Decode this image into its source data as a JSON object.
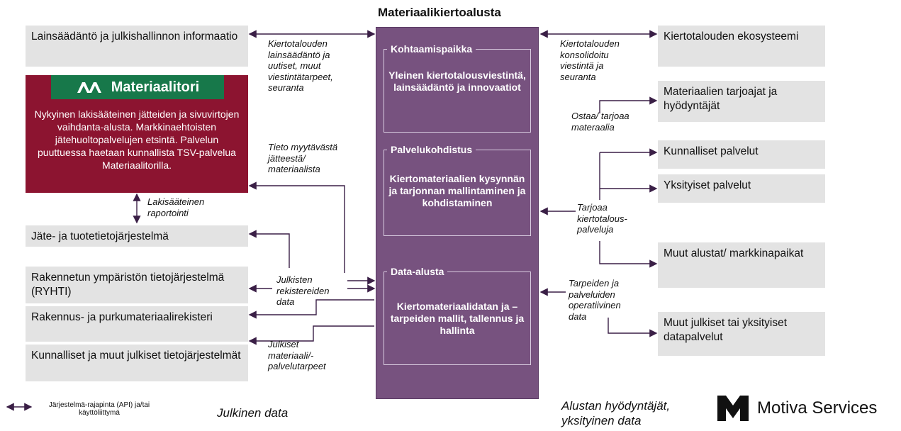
{
  "title": "Materiaalikiertoalusta",
  "left_boxes": {
    "lainsaadanto": "Lainsäädäntö ja julkishallinnon informaatio",
    "jatetieto": "Jäte- ja tuotetietojärjestelmä",
    "ryhti": "Rakennetun ympäristön tietojärjestelmä (RYHTI)",
    "rakennus": "Rakennus- ja purkumateriaalirekisteri",
    "kunnalliset": "Kunnalliset ja muut julkiset tietojärjestelmät"
  },
  "materiaalitori": {
    "logo": "Materiaalitori",
    "description": "Nykyinen lakisääteinen jätteiden ja sivuvirtojen vaihdanta-alusta. Markkinaehtoisten jätehuoltopalvelujen etsintä. Palvelun puuttuessa haetaan kunnallista TSV-palvelua Materiaalitorilla."
  },
  "platform_sections": [
    {
      "header": "Kohtaamispaikka",
      "text": "Yleinen kiertotalousviestintä, lainsäädäntö ja innovaatiot"
    },
    {
      "header": "Palvelukohdistus",
      "text": "Kiertomateriaalien kysynnän ja tarjonnan mallintaminen ja kohdistaminen"
    },
    {
      "header": "Data-alusta",
      "text": "Kiertomateriaalidatan ja –tarpeiden mallit, tallennus ja hallinta"
    }
  ],
  "right_boxes": {
    "ekosysteemi": "Kiertotalouden ekosysteemi",
    "tarjoajat": "Materiaalien tarjoajat ja hyödyntäjät",
    "kunnalliset_palvelut": "Kunnalliset palvelut",
    "yksityiset_palvelut": "Yksityiset palvelut",
    "muut_alustat": "Muut alustat/ markkinapaikat",
    "datapalvelut": "Muut julkiset tai yksityiset datapalvelut"
  },
  "labels": {
    "left_top": "Kiertotalouden lainsäädäntö ja uutiset, muut viestintätarpeet, seuranta",
    "tieto": "Tieto myytävästä jätteestä/ materiaalista",
    "lakisaateinen": "Lakisääteinen raportointi",
    "julkisten": "Julkisten rekistereiden data",
    "julkiset_tarpeet": "Julkiset materiaali/- palvelutarpeet",
    "right_top": "Kiertotalouden konsolidoitu viestintä ja seuranta",
    "ostaa": "Ostaa/ tarjoaa materaalia",
    "tarjoaa": "Tarjoaa kiertotalous- palveluja",
    "tarpeiden": "Tarpeiden ja palveluiden operatiivinen data"
  },
  "legend": {
    "text": "Järjestelmä-rajapinta (API) ja/tai käyttöliittymä"
  },
  "footer": {
    "julkinen": "Julkinen data",
    "alustan": "Alustan hyödyntäjät, yksityinen data",
    "motiva": "Motiva Services"
  }
}
